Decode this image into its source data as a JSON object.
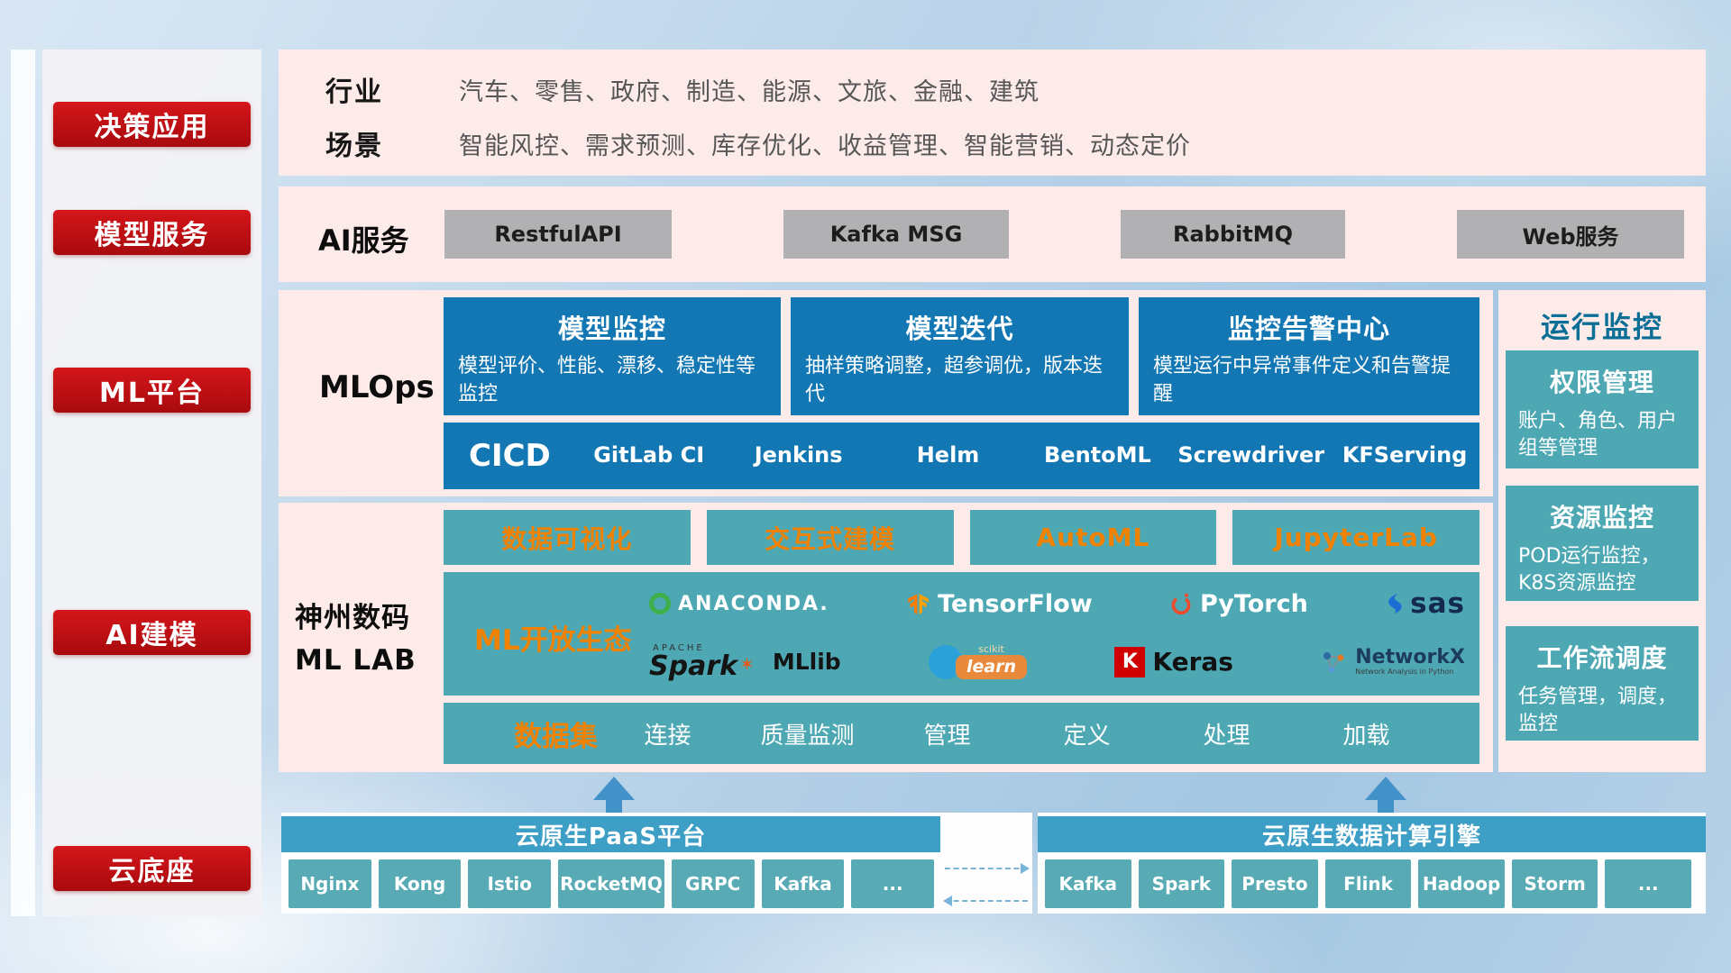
{
  "sidebar": {
    "items": [
      {
        "label": "决策应用"
      },
      {
        "label": "模型服务"
      },
      {
        "label": "ML平台"
      },
      {
        "label": "AI建模"
      },
      {
        "label": "云底座"
      }
    ]
  },
  "industry": {
    "row1_label": "行业",
    "row1_text": "汽车、零售、政府、制造、能源、文旅、金融、建筑",
    "row2_label": "场景",
    "row2_text": "智能风控、需求预测、库存优化、收益管理、智能营销、动态定价"
  },
  "service": {
    "label": "AI服务",
    "buttons": [
      "RestfulAPI",
      "Kafka MSG",
      "RabbitMQ",
      "Web服务"
    ]
  },
  "mlops": {
    "label": "MLOps",
    "cards": [
      {
        "title": "模型监控",
        "desc": "模型评价、性能、漂移、稳定性等监控"
      },
      {
        "title": "模型迭代",
        "desc": "抽样策略调整，超参调优，版本迭代"
      },
      {
        "title": "监控告警中心",
        "desc": "模型运行中异常事件定义和告警提醒"
      }
    ],
    "cicd": {
      "label": "CICD",
      "items": [
        "GitLab CI",
        "Jenkins",
        "Helm",
        "BentoML",
        "Screwdriver",
        "KFServing"
      ]
    }
  },
  "mllab": {
    "label_line1": "神州数码",
    "label_line2": "ML LAB",
    "tools": [
      "数据可视化",
      "交互式建模",
      "AutoML",
      "JupyterLab"
    ],
    "eco": {
      "label": "ML开放生态",
      "anaconda": "ANACONDA.",
      "tensorflow": "TensorFlow",
      "pytorch": "PyTorch",
      "sas": "sas",
      "apache": "APACHE",
      "spark": "Spark",
      "mllib": "MLlib",
      "scikit": "scikit",
      "learn": "learn",
      "keras_k": "K",
      "keras": "Keras",
      "networkx": "NetworkX",
      "networkx_sub": "Network Analysis in Python"
    },
    "dataset": {
      "label": "数据集",
      "items": [
        "连接",
        "质量监测",
        "管理",
        "定义",
        "处理",
        "加载"
      ]
    }
  },
  "monitor": {
    "title": "运行监控",
    "cards": [
      {
        "title": "权限管理",
        "desc": "账户、角色、用户组等管理"
      },
      {
        "title": "资源监控",
        "desc": "POD运行监控，K8S资源监控"
      },
      {
        "title": "工作流调度",
        "desc": "任务管理，调度，监控"
      }
    ]
  },
  "bottom": {
    "paas": {
      "title": "云原生PaaS平台",
      "items": [
        "Nginx",
        "Kong",
        "Istio",
        "RocketMQ",
        "GRPC",
        "Kafka",
        "..."
      ]
    },
    "engine": {
      "title": "云原生数据计算引擎",
      "items": [
        "Kafka",
        "Spark",
        "Presto",
        "Flink",
        "Hadoop",
        "Storm",
        "..."
      ]
    }
  },
  "colors": {
    "accent_red": "#c3090d",
    "deep_blue": "#1377b4",
    "teal": "#4da8b4",
    "orange": "#f08200",
    "bar_blue": "#3d9ec6",
    "panel_pink": "#fdebe9",
    "gray_button": "#b1b1b3"
  }
}
